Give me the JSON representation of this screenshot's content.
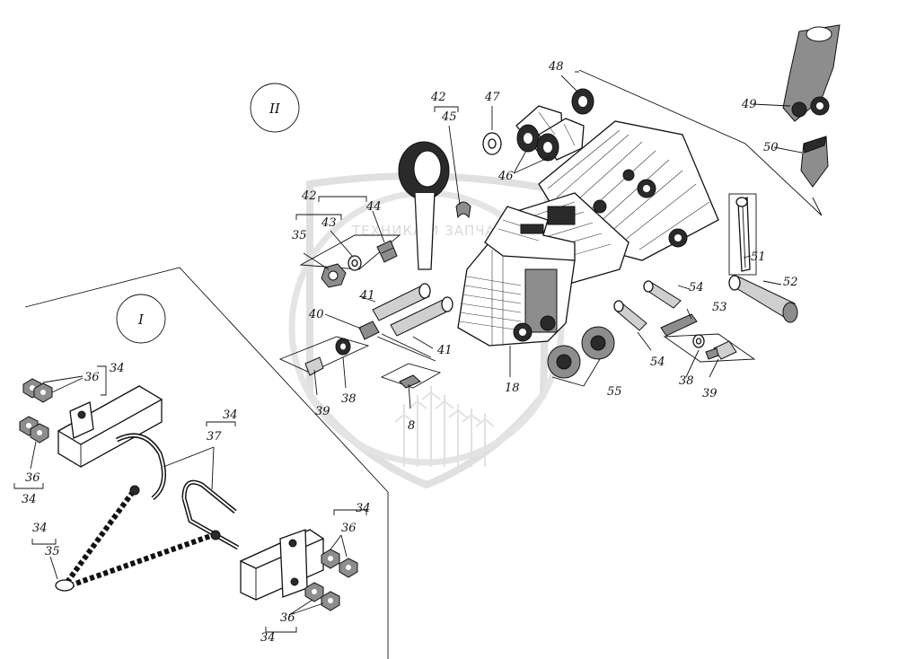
{
  "watermark": {
    "text": "ТЕХНИКА И ЗАПЧАСТИ"
  },
  "section_markers": [
    {
      "id": "section-2",
      "label": "II"
    },
    {
      "id": "section-1",
      "label": "I"
    }
  ],
  "callouts": [
    {
      "id": "c-48",
      "label": "48"
    },
    {
      "id": "c-49",
      "label": "49"
    },
    {
      "id": "c-50",
      "label": "50"
    },
    {
      "id": "c-47",
      "label": "47"
    },
    {
      "id": "c-42a",
      "label": "42"
    },
    {
      "id": "c-45",
      "label": "45"
    },
    {
      "id": "c-46",
      "label": "46"
    },
    {
      "id": "c-42b",
      "label": "42"
    },
    {
      "id": "c-44",
      "label": "44"
    },
    {
      "id": "c-43",
      "label": "43"
    },
    {
      "id": "c-35a",
      "label": "35"
    },
    {
      "id": "c-51",
      "label": "51"
    },
    {
      "id": "c-52",
      "label": "52"
    },
    {
      "id": "c-41a",
      "label": "41"
    },
    {
      "id": "c-40",
      "label": "40"
    },
    {
      "id": "c-41b",
      "label": "41"
    },
    {
      "id": "c-54a",
      "label": "54"
    },
    {
      "id": "c-53",
      "label": "53"
    },
    {
      "id": "c-54b",
      "label": "54"
    },
    {
      "id": "c-39a",
      "label": "39"
    },
    {
      "id": "c-38a",
      "label": "38"
    },
    {
      "id": "c-8",
      "label": "8"
    },
    {
      "id": "c-18",
      "label": "18"
    },
    {
      "id": "c-55",
      "label": "55"
    },
    {
      "id": "c-38b",
      "label": "38"
    },
    {
      "id": "c-39b",
      "label": "39"
    },
    {
      "id": "c-36a",
      "label": "36"
    },
    {
      "id": "c-34a",
      "label": "34"
    },
    {
      "id": "c-37",
      "label": "37"
    },
    {
      "id": "c-34b",
      "label": "34"
    },
    {
      "id": "c-36b",
      "label": "36"
    },
    {
      "id": "c-34c",
      "label": "34"
    },
    {
      "id": "c-34d",
      "label": "34"
    },
    {
      "id": "c-35b",
      "label": "35"
    },
    {
      "id": "c-34e",
      "label": "34"
    },
    {
      "id": "c-36c",
      "label": "36"
    },
    {
      "id": "c-36d",
      "label": "36"
    },
    {
      "id": "c-34f",
      "label": "34"
    }
  ]
}
